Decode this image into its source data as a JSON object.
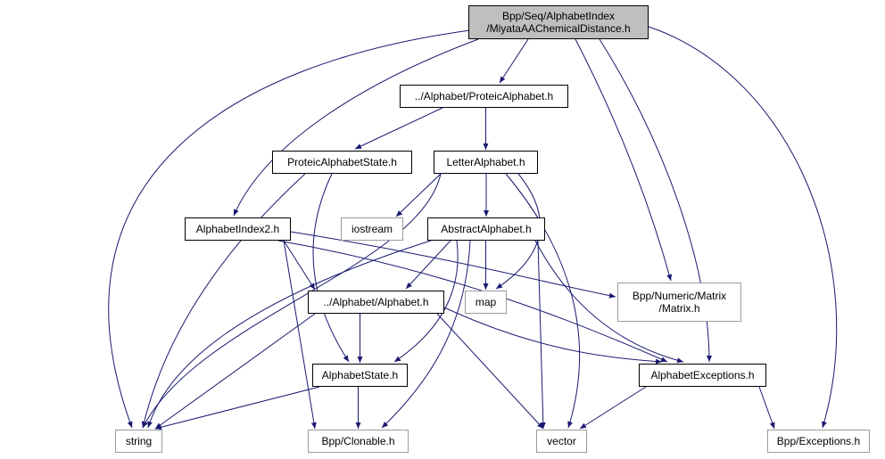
{
  "diagram": {
    "kind": "include-dependency-graph",
    "colors": {
      "edge": "#191970",
      "node_border": "#000000",
      "external_node_border": "#9b9b9b",
      "current_node_fill": "#bfbfbf",
      "background": "#ffffff"
    },
    "nodes": [
      {
        "id": "main",
        "label": "Bpp/Seq/AlphabetIndex\n/MiyataAAChemicalDistance.h",
        "kind": "current"
      },
      {
        "id": "proteic_alphabet",
        "label": "../Alphabet/ProteicAlphabet.h",
        "kind": "internal"
      },
      {
        "id": "proteic_alphabet_state",
        "label": "ProteicAlphabetState.h",
        "kind": "internal"
      },
      {
        "id": "letter_alphabet",
        "label": "LetterAlphabet.h",
        "kind": "internal"
      },
      {
        "id": "alphabet_index2",
        "label": "AlphabetIndex2.h",
        "kind": "internal"
      },
      {
        "id": "iostream",
        "label": "iostream",
        "kind": "external"
      },
      {
        "id": "abstract_alphabet",
        "label": "AbstractAlphabet.h",
        "kind": "internal"
      },
      {
        "id": "alphabet",
        "label": "../Alphabet/Alphabet.h",
        "kind": "internal"
      },
      {
        "id": "map",
        "label": "map",
        "kind": "external"
      },
      {
        "id": "matrix",
        "label": "Bpp/Numeric/Matrix\n/Matrix.h",
        "kind": "external"
      },
      {
        "id": "alphabet_state",
        "label": "AlphabetState.h",
        "kind": "internal"
      },
      {
        "id": "alphabet_exceptions",
        "label": "AlphabetExceptions.h",
        "kind": "internal"
      },
      {
        "id": "string",
        "label": "string",
        "kind": "external"
      },
      {
        "id": "clonable",
        "label": "Bpp/Clonable.h",
        "kind": "external"
      },
      {
        "id": "vector",
        "label": "vector",
        "kind": "external"
      },
      {
        "id": "exceptions",
        "label": "Bpp/Exceptions.h",
        "kind": "external"
      }
    ],
    "edges": [
      {
        "from": "main",
        "to": "proteic_alphabet"
      },
      {
        "from": "main",
        "to": "alphabet_index2"
      },
      {
        "from": "main",
        "to": "string"
      },
      {
        "from": "main",
        "to": "matrix"
      },
      {
        "from": "main",
        "to": "alphabet_exceptions"
      },
      {
        "from": "main",
        "to": "exceptions"
      },
      {
        "from": "proteic_alphabet",
        "to": "proteic_alphabet_state"
      },
      {
        "from": "proteic_alphabet",
        "to": "letter_alphabet"
      },
      {
        "from": "proteic_alphabet_state",
        "to": "alphabet_state"
      },
      {
        "from": "proteic_alphabet_state",
        "to": "string"
      },
      {
        "from": "letter_alphabet",
        "to": "iostream"
      },
      {
        "from": "letter_alphabet",
        "to": "abstract_alphabet"
      },
      {
        "from": "letter_alphabet",
        "to": "map"
      },
      {
        "from": "letter_alphabet",
        "to": "vector"
      },
      {
        "from": "letter_alphabet",
        "to": "string"
      },
      {
        "from": "alphabet_index2",
        "to": "alphabet"
      },
      {
        "from": "alphabet_index2",
        "to": "clonable"
      },
      {
        "from": "alphabet_index2",
        "to": "matrix"
      },
      {
        "from": "alphabet_index2",
        "to": "alphabet_exceptions"
      },
      {
        "from": "abstract_alphabet",
        "to": "alphabet"
      },
      {
        "from": "abstract_alphabet",
        "to": "map"
      },
      {
        "from": "abstract_alphabet",
        "to": "alphabet_state"
      },
      {
        "from": "abstract_alphabet",
        "to": "alphabet_exceptions"
      },
      {
        "from": "abstract_alphabet",
        "to": "clonable"
      },
      {
        "from": "abstract_alphabet",
        "to": "string"
      },
      {
        "from": "abstract_alphabet",
        "to": "vector"
      },
      {
        "from": "alphabet",
        "to": "alphabet_state"
      },
      {
        "from": "alphabet",
        "to": "alphabet_exceptions"
      },
      {
        "from": "alphabet",
        "to": "string"
      },
      {
        "from": "alphabet",
        "to": "vector"
      },
      {
        "from": "alphabet_state",
        "to": "string"
      },
      {
        "from": "alphabet_state",
        "to": "clonable"
      },
      {
        "from": "alphabet_exceptions",
        "to": "exceptions"
      },
      {
        "from": "alphabet_exceptions",
        "to": "vector"
      }
    ]
  }
}
